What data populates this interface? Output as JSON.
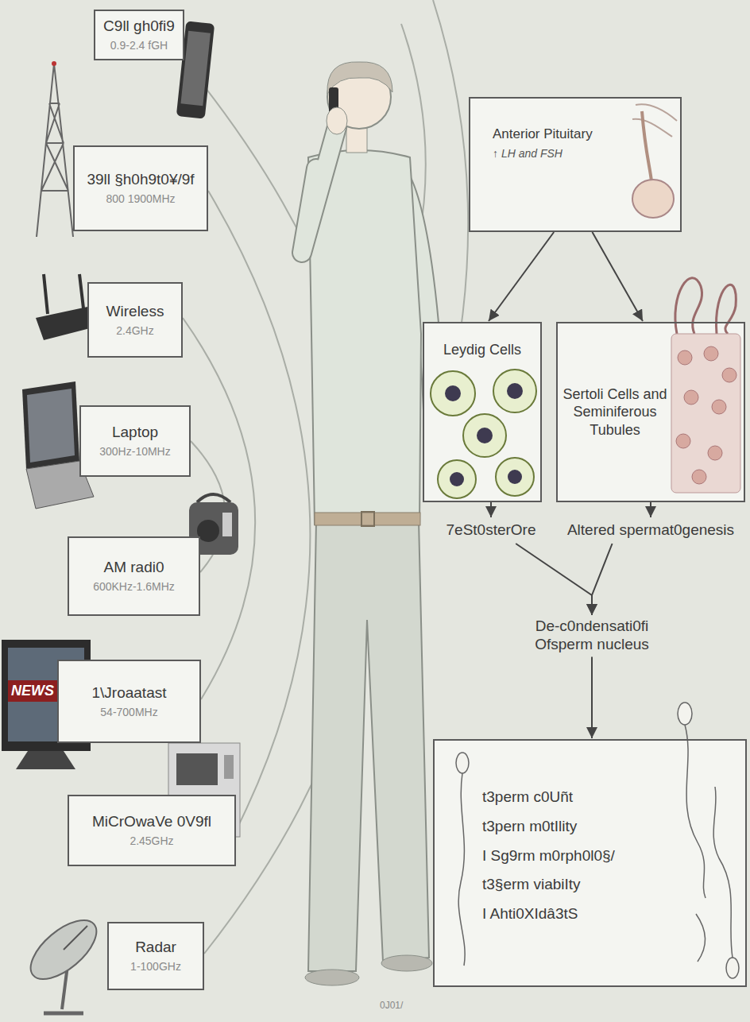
{
  "diagram": {
    "nodes": [
      {
        "text": [
          "C9ll gh0fi9",
          "0.9-2.4 fGH"
        ]
      },
      {
        "text": [
          "39ll §h0h9t0¥/9f",
          "800 1900MHz"
        ]
      },
      {
        "text": [
          "Wireless",
          "2.4GHz"
        ]
      },
      {
        "text": [
          "Laptop",
          "300Hz-10MHz"
        ]
      },
      {
        "text": [
          "AM radi0",
          "600KHz-1.6MHz"
        ]
      },
      {
        "text": [
          "1\\Jroaatast",
          "54-700MHz"
        ]
      },
      {
        "text": [
          "MiCrOwaVe 0V9fl",
          "2.45GHz"
        ]
      },
      {
        "text": [
          "Radar",
          "1-100GHz"
        ]
      },
      {
        "text": [
          "Anterior Pituitary",
          "↑ LH and FSH"
        ]
      },
      {
        "text": [
          "Leydig Cells"
        ]
      },
      {
        "text": [
          "Sertoli Cells and Seminiferous Tubules"
        ]
      },
      {
        "text": [
          "7eSt0sterOre"
        ]
      },
      {
        "text": [
          "Altered spermat0genesis"
        ]
      },
      {
        "text": [
          "De-c0ndensati0fi Ofsperm nucleus"
        ]
      },
      {
        "text": [
          "t3perm c0Uñt",
          "t3pern m0tIlity",
          "I Sg9rm m0rph0l0§/",
          "t3§erm viabiIty",
          "I Ahti0XIdâ3tS"
        ]
      }
    ],
    "edges": [
      {
        "from": 8,
        "to": 9,
        "arrow": "to"
      },
      {
        "from": 8,
        "to": 10,
        "arrow": "to"
      },
      {
        "from": 9,
        "to": 11,
        "arrow": "to"
      },
      {
        "from": 10,
        "to": 12,
        "arrow": "to"
      },
      {
        "from": 11,
        "to": 13,
        "arrow": "to"
      },
      {
        "from": 12,
        "to": 13,
        "arrow": "to"
      },
      {
        "from": 13,
        "to": 14,
        "arrow": "to"
      }
    ],
    "labels": [
      "NEWS",
      "0J01/"
    ]
  }
}
